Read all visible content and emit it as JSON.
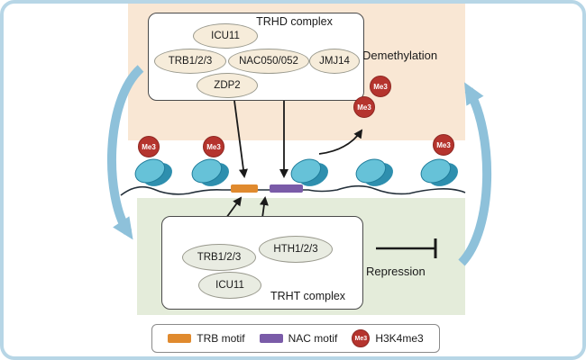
{
  "diagram": {
    "top": {
      "complex_title": "TRHD complex",
      "ovals": [
        "ICU11",
        "TRB1/2/3",
        "NAC050/052",
        "JMJ14",
        "ZDP2"
      ],
      "process_label": "Demethylation"
    },
    "bottom": {
      "complex_title": "TRHT complex",
      "ovals": [
        "TRB1/2/3",
        "HTH1/2/3",
        "ICU11"
      ],
      "process_label": "Repression"
    },
    "me3_label": "Me3",
    "legend": {
      "trb": "TRB motif",
      "nac": "NAC motif",
      "me3": "H3K4me3"
    },
    "colors": {
      "trb_motif": "#e08a2e",
      "nac_motif": "#7a5ba8",
      "me3": "#b5342e",
      "nucleosome_light": "#66c2d8",
      "nucleosome_dark": "#2e8fae",
      "top_panel": "#f9e7d4",
      "bottom_panel": "#e4ecda",
      "frame": "#b7d6e6",
      "cycle_arrow": "#8ec1da"
    }
  }
}
